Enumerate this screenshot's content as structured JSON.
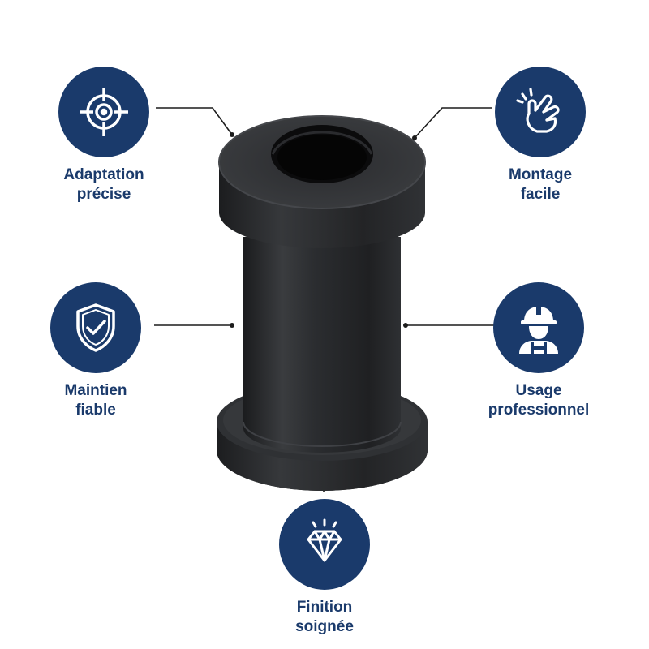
{
  "features": [
    {
      "id": "adaptation",
      "label": "Adaptation\nprécise",
      "icon": "crosshair-target-icon"
    },
    {
      "id": "montage",
      "label": "Montage\nfacile",
      "icon": "hand-snap-icon"
    },
    {
      "id": "maintien",
      "label": "Maintien\nfiable",
      "icon": "shield-check-icon"
    },
    {
      "id": "usage",
      "label": "Usage\nprofessionnel",
      "icon": "worker-helmet-icon"
    },
    {
      "id": "finition",
      "label": "Finition\nsoignée",
      "icon": "diamond-icon"
    }
  ],
  "colors": {
    "badge": "#1a3a6b",
    "part": "#2b2d2f",
    "connector": "#1c1c1c"
  }
}
